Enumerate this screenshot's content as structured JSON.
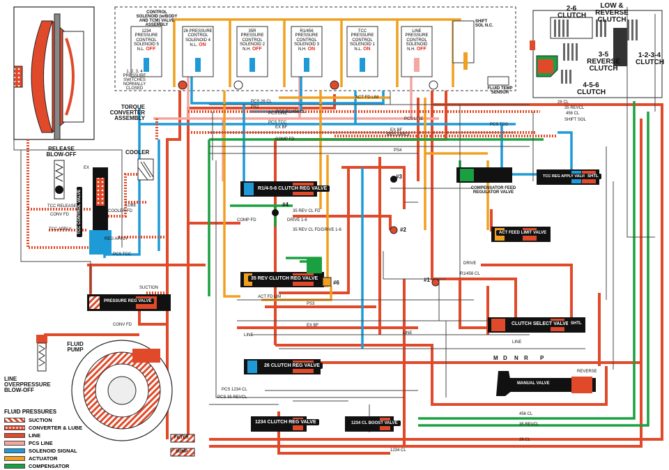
{
  "title_labels": {
    "torque_converter": "TORQUE CONVERTER ASSEMBLY",
    "release_blowoff": "RELEASE BLOW-OFF",
    "cooler": "COOLER",
    "fluid_pump": "FLUID PUMP",
    "line_overpressure": "LINE OVERPRESSURE BLOW-OFF",
    "control_solenoid": "CONTROL SOLENOID (w/BODY AND TCM) VALVE ASSEMBLY",
    "pressure_switches": "1, 2, 3, 4 PRESSURE SWITCHES NORMALLY CLOSED",
    "fluid_temp_sensor": "FLUID TEMP SENSOR",
    "shift_sol": "SHIFT SOL N.C.",
    "filter": "FILTER",
    "sump": "SUMP"
  },
  "clutches": {
    "c26": "2-6 CLUTCH",
    "low_reverse": "LOW & REVERSE CLUTCH",
    "c35_reverse": "3-5 REVERSE CLUTCH",
    "c1234": "1-2-3-4 CLUTCH",
    "c456": "4-5-6 CLUTCH"
  },
  "solenoids": [
    {
      "name": "1234 PRESSURE CONTROL SOLENOID 5",
      "type": "N.L.",
      "state": "OFF"
    },
    {
      "name": "26 PRESSURE CONTROL SOLENOID 4",
      "type": "N.L.",
      "state": "ON"
    },
    {
      "name": "35R PRESSURE CONTROL SOLENOID 2",
      "type": "N.H.",
      "state": "OFF"
    },
    {
      "name": "R1/456 PRESSURE CONTROL SOLENOID 3",
      "type": "N.H.",
      "state": "ON"
    },
    {
      "name": "TCC PRESSURE CONTROL SOLENOID 1",
      "type": "N.L.",
      "state": "ON"
    },
    {
      "name": "LINE PRESSURE CONTROL SOLENOID",
      "type": "N.H.",
      "state": "OFF"
    }
  ],
  "valves": {
    "r1_456": "R1/4-5-6 CLUTCH REG VALVE",
    "c35rev": "35 REV CLUTCH REG VALVE",
    "c26": "26 CLUTCH REG VALVE",
    "c1234": "1234 CLUTCH REG VALVE",
    "cl_boost": "1234 CL BOOST VALVE",
    "tcc_control": "TCC CONTROL VALVE",
    "pressure_reg": "PRESSURE REG VALVE",
    "act_feed_limit": "ACT FEED LIMIT VALVE",
    "clutch_select": "CLUTCH SELECT VALVE",
    "manual": "MANUAL VALVE",
    "comp_feed": "COMPENSATOR FEED REGULATOR VALVE",
    "tcc_reg_apply": "TCC REG APPLY VALVE",
    "shtl1": "SHTL",
    "shtl2": "SHTL"
  },
  "manual_positions": [
    "M",
    "D",
    "N",
    "R",
    "P"
  ],
  "checkballs": [
    "#1",
    "#2",
    "#3",
    "#4",
    "#6"
  ],
  "passages": {
    "line": "LINE",
    "pcs_line": "PCS LINE",
    "pcs_tcc": "PCS TCC",
    "pcs_26cl": "PCS 26 CL",
    "ps2": "PS2",
    "pcs_r1456": "PCS R1/456 CL",
    "ex_bf": "EX BF",
    "reg_apply": "REG APPLY",
    "comp_fd": "COMP FD",
    "act_fd_lim": "ACT FD LIM",
    "ps4": "PS4",
    "ps3": "PS3",
    "drive16": "DRIVE 1-6",
    "rev35_drive": "35 REV CL FD/DRIVE 1-6",
    "cl35_fd": "35 REV CL FD",
    "cl26": "26 CL",
    "cl456": "456 CL",
    "cl35revl": "35 REVCL",
    "cl1234": "1234 CL",
    "pcs_1234": "PCS 1234 CL",
    "pcs_35rev": "PCS 35 REVCL",
    "shift_sol": "SHIFT SOL",
    "drive": "DRIVE",
    "reverse": "REVERSE",
    "r1456_cl": "R1/456 CL",
    "tcc_release": "TCC RELEASE",
    "conv_fd": "CONV FD",
    "tcc_apply": "TCC APPLY",
    "cooler_fd": "COOLER FD",
    "lube": "LUBE",
    "suction": "SUCTION",
    "ex": "EX"
  },
  "legend": {
    "title": "FLUID PRESSURES",
    "items": [
      {
        "label": "SUCTION",
        "color": "#e04a2a",
        "pattern": "hatch"
      },
      {
        "label": "CONVERTER & LUBE",
        "color": "#e04a2a",
        "pattern": "dots"
      },
      {
        "label": "LINE",
        "color": "#e04a2a",
        "pattern": "solid"
      },
      {
        "label": "PCS LINE",
        "color": "#f4a6a0",
        "pattern": "solid"
      },
      {
        "label": "SOLENOID SIGNAL",
        "color": "#1e9ad6",
        "pattern": "solid"
      },
      {
        "label": "ACTUATOR",
        "color": "#f0a020",
        "pattern": "solid"
      },
      {
        "label": "COMPENSATOR",
        "color": "#1aa040",
        "pattern": "solid"
      }
    ]
  },
  "colors": {
    "line": "#e04a2a",
    "pcs_line": "#f4a6a0",
    "signal": "#1e9ad6",
    "actuator": "#f0a020",
    "compensator": "#1aa040",
    "exhaust": "#555555"
  }
}
